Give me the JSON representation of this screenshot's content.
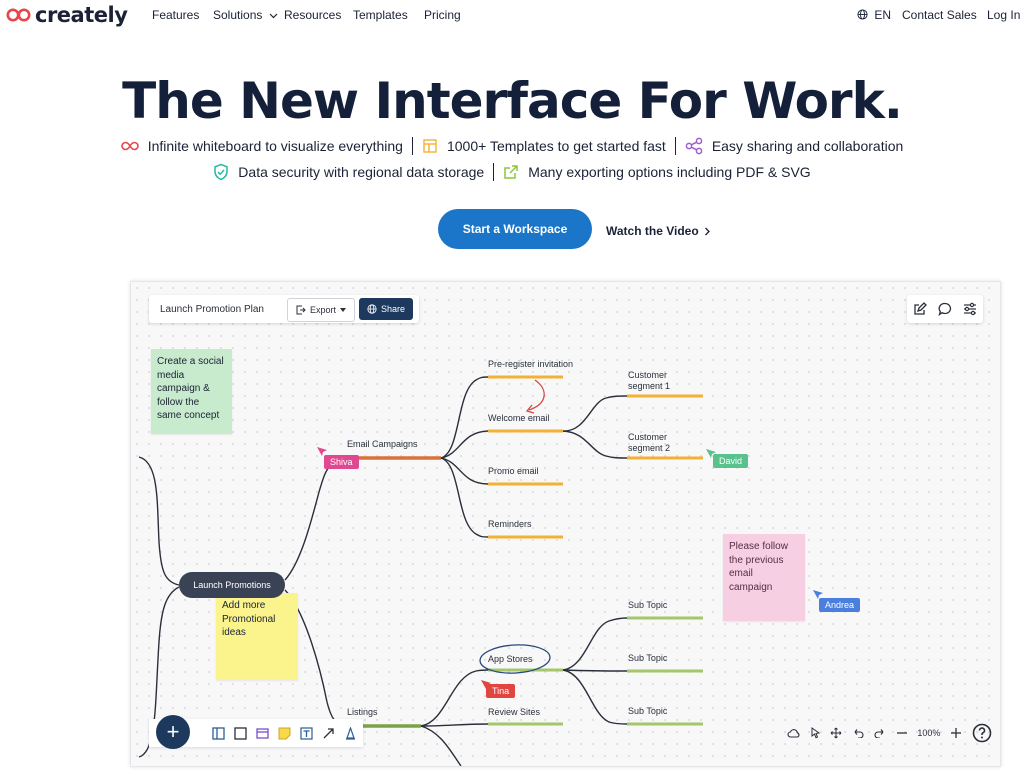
{
  "nav": {
    "logo_text": "creately",
    "links": [
      "Features",
      "Solutions",
      "Resources",
      "Templates",
      "Pricing"
    ],
    "language": "EN",
    "contact": "Contact Sales",
    "login": "Log In"
  },
  "hero": {
    "title": "The New Interface For Work.",
    "features_row1": [
      "Infinite whiteboard to visualize everything",
      "1000+ Templates to get started fast",
      "Easy sharing and collaboration"
    ],
    "features_row2": [
      "Data security with regional data storage",
      "Many exporting options including PDF & SVG"
    ],
    "cta": "Start a Workspace",
    "watch": "Watch the Video"
  },
  "canvas": {
    "doc_title": "Launch Promotion Plan",
    "export": "Export",
    "share": "Share",
    "root": "Launch Promotions",
    "branches": {
      "email": "Email Campaigns",
      "listings": "Listings"
    },
    "email_children": [
      "Pre-register invitation",
      "Welcome email",
      "Promo email",
      "Reminders"
    ],
    "segments": [
      "Customer segment 1",
      "Customer segment 2"
    ],
    "listings_children": [
      "App Stores",
      "Review Sites"
    ],
    "sub_topics": [
      "Sub Topic",
      "Sub Topic",
      "Sub Topic"
    ],
    "stickies": {
      "green": "Create a social media campaign & follow the same concept",
      "yellow": "Add more Promotional ideas",
      "pink": "Please follow the previous email campaign"
    },
    "cursors": {
      "shiva": "Shiva",
      "david": "David",
      "andrea": "Andrea",
      "tina": "Tina"
    },
    "zoom": "100%",
    "fab": "+"
  },
  "colors": {
    "brand_navy": "#14203a",
    "cta_blue": "#1b75c8",
    "logo_red": "#e8464b",
    "branch_email": "#d9733a",
    "leaf_orange": "#f2b134",
    "branch_listings": "#7ba243",
    "leaf_green": "#a5c66a",
    "shiva": "#e0498f",
    "david": "#59c28c",
    "andrea": "#4a7fe0",
    "tina": "#e0463f",
    "sticky_green": "#c8ebce",
    "sticky_yellow": "#fbf48c",
    "sticky_pink": "#f6cfe2"
  },
  "icons": [
    "infinity-icon",
    "template-icon",
    "share-network-icon",
    "shield-check-icon",
    "export-arrow-icon",
    "globe-icon",
    "chevron-down-icon",
    "chevron-right-icon",
    "edit-icon",
    "comment-icon",
    "settings-sliders-icon",
    "cloud-icon",
    "pointer-icon",
    "move-icon",
    "undo-icon",
    "redo-icon",
    "minus-icon",
    "plus-icon",
    "help-icon"
  ]
}
